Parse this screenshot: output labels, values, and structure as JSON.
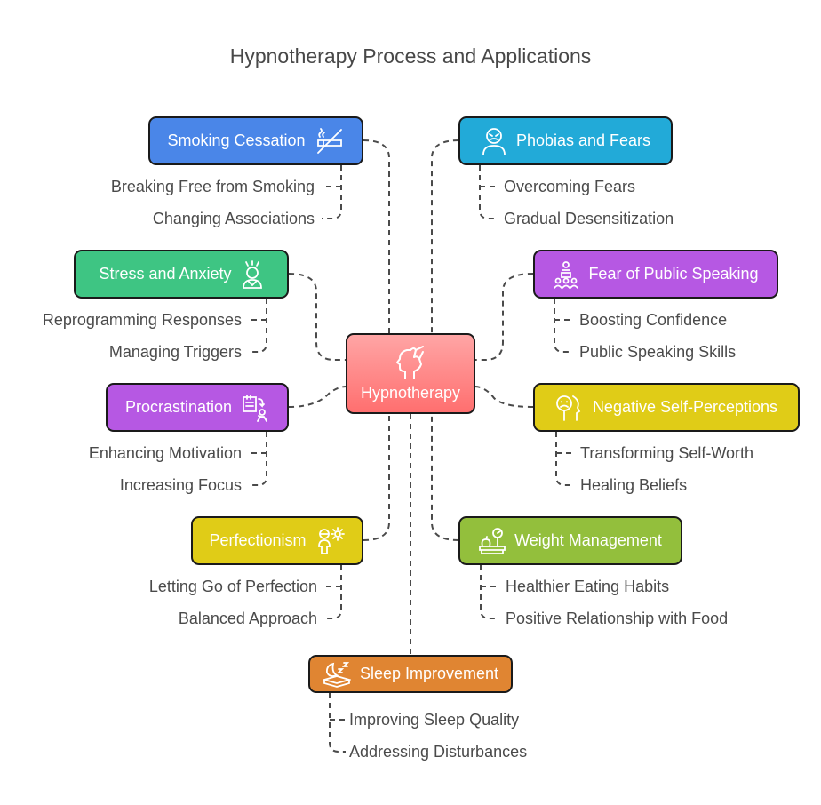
{
  "title": "Hypnotherapy Process and Applications",
  "center": {
    "label": "Hypnotherapy",
    "icon": "head-hand-icon",
    "color": "#ff8a8a"
  },
  "branches": [
    {
      "label": "Smoking Cessation",
      "icon": "no-smoking-icon",
      "color": "#4a86e8",
      "items": [
        "Breaking Free from Smoking",
        "Changing Associations"
      ]
    },
    {
      "label": "Phobias and Fears",
      "icon": "fearful-person-icon",
      "color": "#22aad8",
      "items": [
        "Overcoming Fears",
        "Gradual Desensitization"
      ]
    },
    {
      "label": "Stress and Anxiety",
      "icon": "stressed-person-icon",
      "color": "#3ec583",
      "items": [
        "Reprogramming Responses",
        "Managing Triggers"
      ]
    },
    {
      "label": "Fear of Public Speaking",
      "icon": "speaker-audience-icon",
      "color": "#b658e3",
      "items": [
        "Boosting Confidence",
        "Public Speaking Skills"
      ]
    },
    {
      "label": "Procrastination",
      "icon": "checklist-person-icon",
      "color": "#b658e3",
      "items": [
        "Enhancing Motivation",
        "Increasing Focus"
      ]
    },
    {
      "label": "Negative Self-Perceptions",
      "icon": "sad-head-icon",
      "color": "#e0cc17",
      "items": [
        "Transforming Self-Worth",
        "Healing Beliefs"
      ]
    },
    {
      "label": "Perfectionism",
      "icon": "person-gear-icon",
      "color": "#e0cc17",
      "items": [
        "Letting Go of Perfection",
        "Balanced Approach"
      ]
    },
    {
      "label": "Weight Management",
      "icon": "scale-apple-icon",
      "color": "#93bf3c",
      "items": [
        "Healthier Eating Habits",
        "Positive Relationship with Food"
      ]
    },
    {
      "label": "Sleep Improvement",
      "icon": "sleep-bed-icon",
      "color": "#e08532",
      "items": [
        "Improving Sleep Quality",
        "Addressing Disturbances"
      ]
    }
  ]
}
